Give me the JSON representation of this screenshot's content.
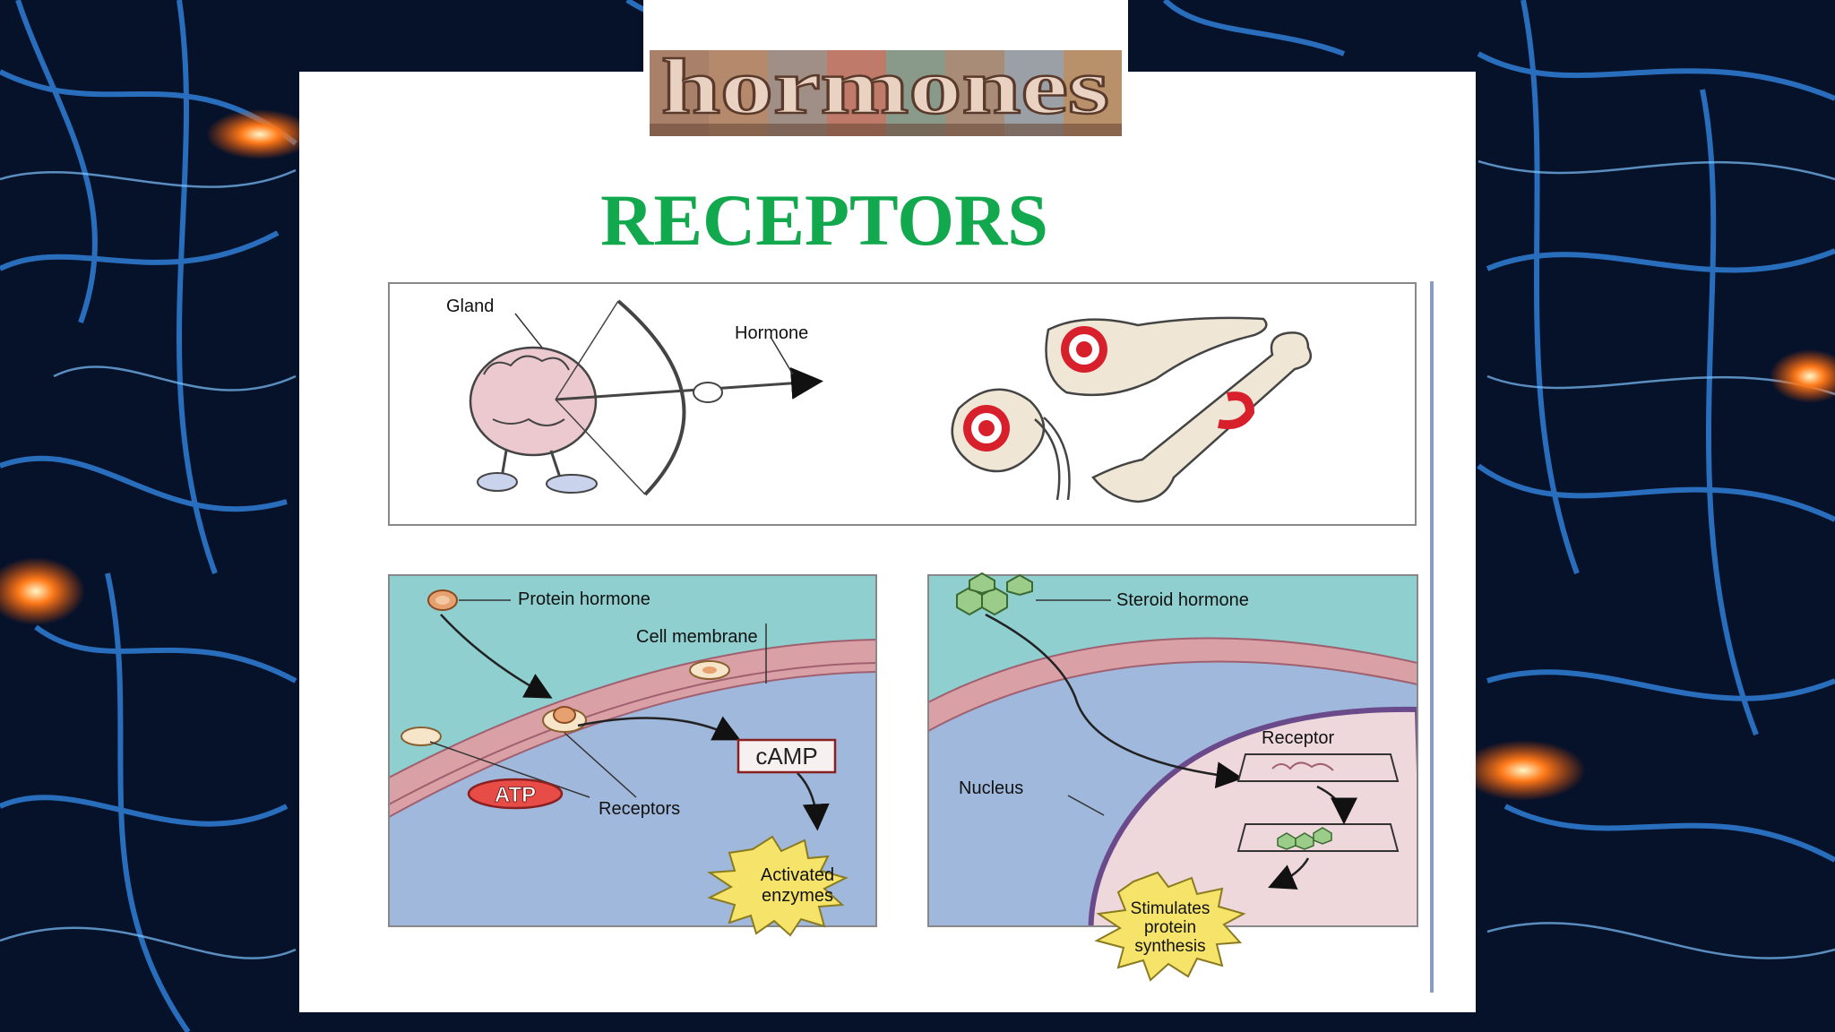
{
  "logo": {
    "text": "hormones"
  },
  "title": "RECEPTORS",
  "diagram": {
    "top": {
      "gland": "Gland",
      "hormone": "Hormone"
    },
    "protein_panel": {
      "protein_hormone": "Protein hormone",
      "cell_membrane": "Cell membrane",
      "atp": "ATP",
      "camp": "cAMP",
      "receptors": "Receptors",
      "activated_line1": "Activated",
      "activated_line2": "enzymes"
    },
    "steroid_panel": {
      "steroid_hormone": "Steroid hormone",
      "receptor": "Receptor",
      "nucleus": "Nucleus",
      "stim_line1": "Stimulates",
      "stim_line2": "protein",
      "stim_line3": "synthesis"
    }
  },
  "colors": {
    "title": "#12a84d",
    "membrane": "#d9a1a6",
    "cell_interior": "#9fb8dc",
    "extracellular": "#8fcfcf",
    "nucleus": "#efd8dc",
    "target": "#d8202c",
    "starburst": "#f6e46a"
  }
}
